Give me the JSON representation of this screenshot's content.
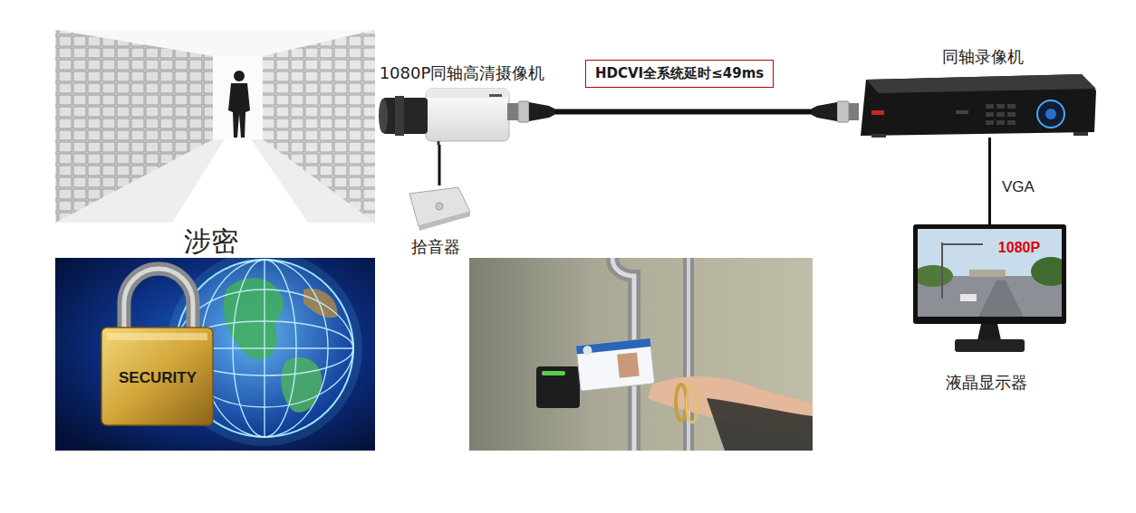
{
  "diagram": {
    "nodes": [
      {
        "text": [
          "1080P同轴高清摄像机"
        ]
      },
      {
        "text": [
          "拾音器"
        ]
      },
      {
        "text": [
          "同轴录像机"
        ]
      },
      {
        "text": [
          "液晶显示器"
        ]
      }
    ],
    "edges": [
      {
        "from": 0,
        "to": 2,
        "arrow": "none",
        "label": "HDCVI全系统延时≤49ms"
      },
      {
        "from": 0,
        "to": 1,
        "arrow": "none"
      },
      {
        "from": 2,
        "to": 3,
        "arrow": "none",
        "label": "VGA"
      }
    ],
    "labels": [
      "涉密",
      "SECURITY",
      "1080P"
    ]
  }
}
